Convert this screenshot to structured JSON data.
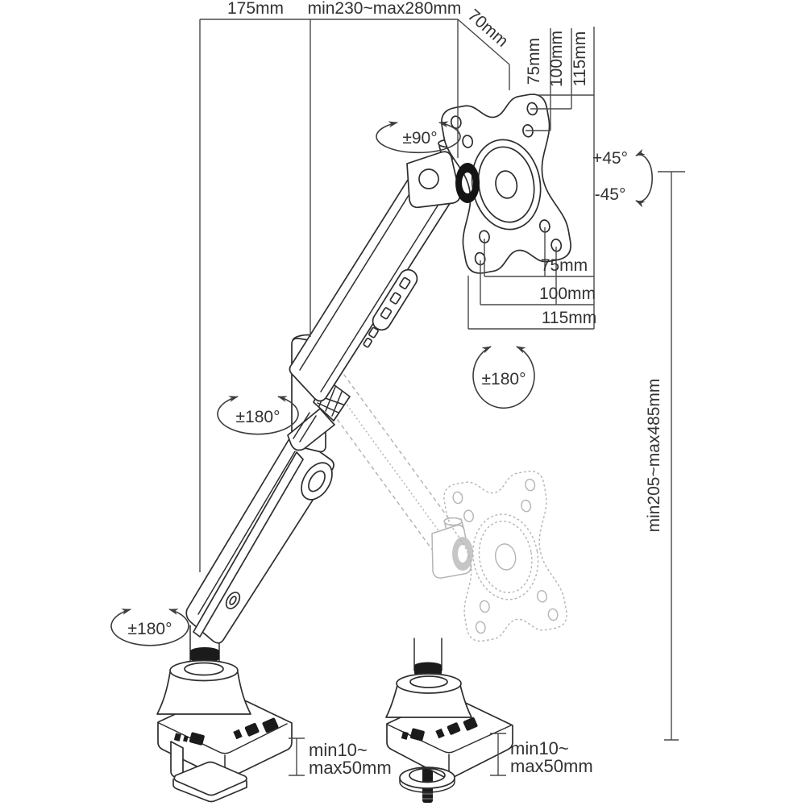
{
  "colors": {
    "line": "#2e2e2e",
    "dimension_line": "#4a4a4a",
    "ghost": "#b5b5b5",
    "dark_fill": "#1b1b1b",
    "background": "#ffffff"
  },
  "dims": {
    "arm_rear_span": "175mm",
    "arm_front_span": "min230~max280mm",
    "head_offset": "70mm",
    "vesa_vertical": [
      "75mm",
      "100mm",
      "115mm"
    ],
    "vesa_horizontal": [
      "75mm",
      "100mm",
      "115mm"
    ],
    "height_range": "min205~max485mm",
    "clamp_thickness_line1": "min10~",
    "clamp_thickness_line2": "max50mm",
    "grommet_thickness_line1": "min10~",
    "grommet_thickness_line2": "max50mm"
  },
  "rotations": {
    "head_swivel": "±90°",
    "tilt_up": "+45°",
    "tilt_down": "-45°",
    "vesa_rotation": "±180°",
    "elbow_rotation": "±180°",
    "base_rotation": "±180°"
  }
}
